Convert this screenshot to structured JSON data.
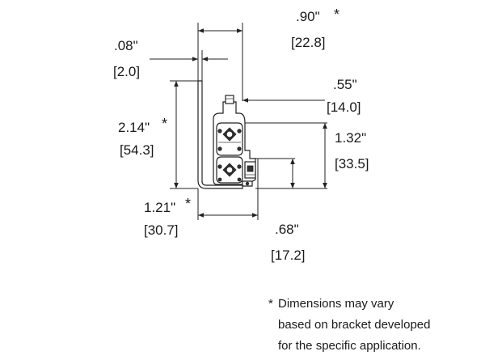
{
  "dimensions": {
    "bracket_thickness": {
      "inch": ".08\"",
      "mm": "[2.0]"
    },
    "overall_width": {
      "inch": ".90\"",
      "mm": "[22.8]",
      "asterisk": "*"
    },
    "slide_width": {
      "inch": ".55\"",
      "mm": "[14.0]"
    },
    "overall_height": {
      "inch": "2.14\"",
      "mm": "[54.3]",
      "asterisk": "*"
    },
    "slide_height": {
      "inch": "1.32\"",
      "mm": "[33.5]"
    },
    "bottom_width": {
      "inch": "1.21\"",
      "mm": "[30.7]",
      "asterisk": "*"
    },
    "lower_height": {
      "inch": ".68\"",
      "mm": "[17.2]"
    }
  },
  "note": {
    "asterisk": "*",
    "line1": "Dimensions may vary",
    "line2": "based on bracket developed",
    "line3": "for the specific application."
  }
}
